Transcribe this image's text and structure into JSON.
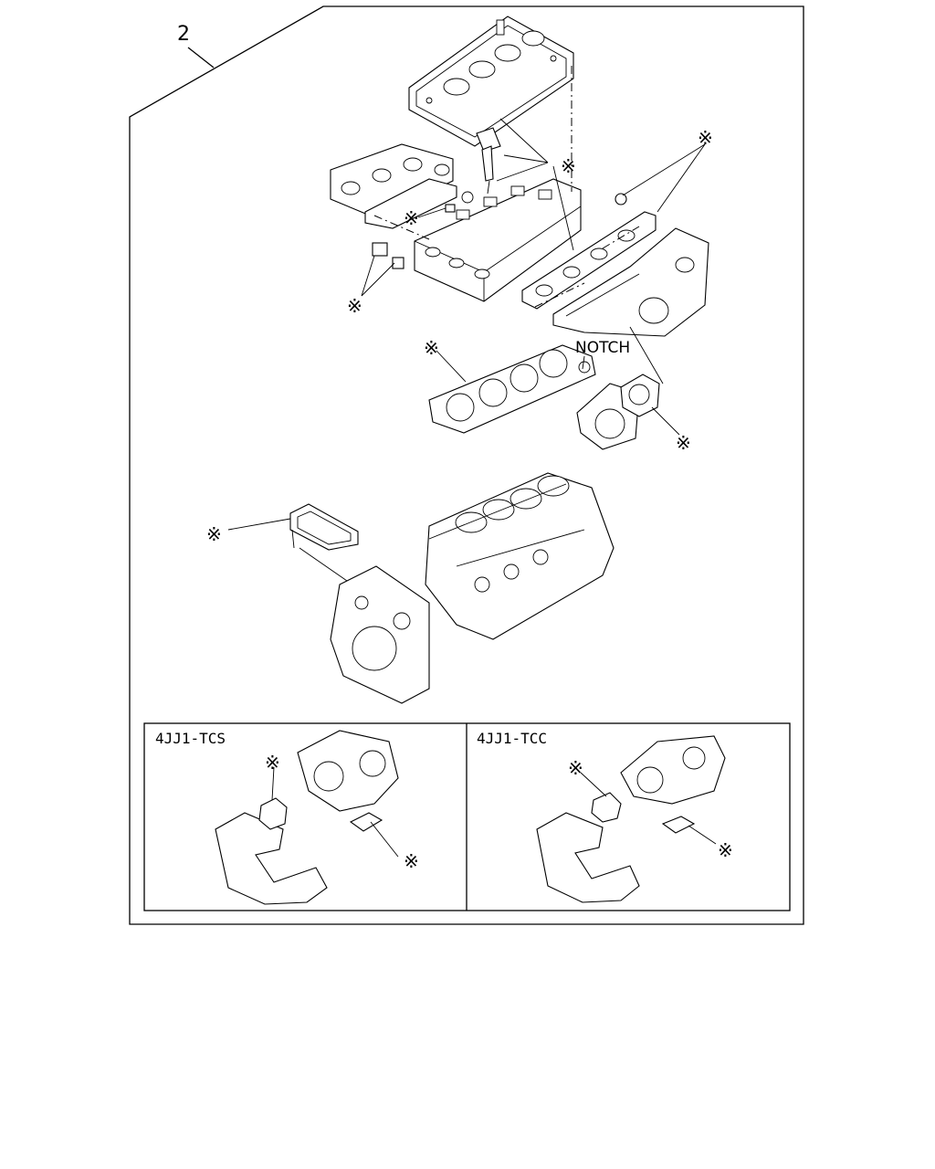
{
  "diagram": {
    "item_number": "2",
    "notch_label": "NOTCH",
    "marker": "※",
    "insets": [
      {
        "label": "4JJ1-TCS"
      },
      {
        "label": "4JJ1-TCC"
      }
    ]
  }
}
